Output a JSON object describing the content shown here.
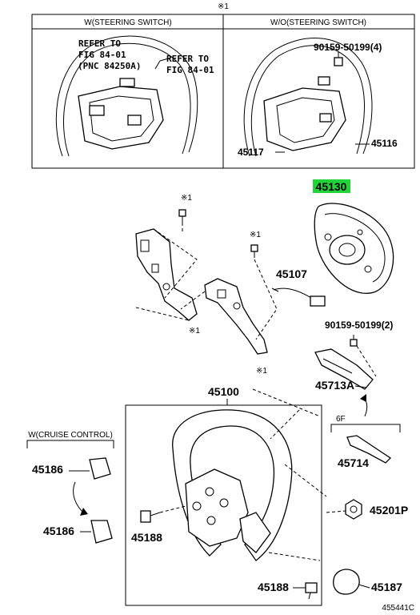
{
  "header": {
    "note_mark": "※1",
    "left_title": "W(STEERING SWITCH)",
    "right_title": "W/O(STEERING SWITCH)"
  },
  "refer_notes": {
    "left_line1": "REFER TO",
    "left_line2": "FIG 84-01",
    "left_line3": "(PNC 84250A)",
    "right_line1": "REFER TO",
    "right_line2": "FIG 84-01"
  },
  "top_right_labels": {
    "bolt": "90159-50199(4)",
    "p45117": "45117",
    "p45116": "45116"
  },
  "parts": {
    "p45130": "45130",
    "p45107": "45107",
    "bolt2": "90159-50199(2)",
    "p45713A": "45713A",
    "p45100": "45100",
    "p45714": "45714",
    "p45201P": "45201P",
    "p45188a": "45188",
    "p45188b": "45188",
    "p45187": "45187",
    "p45186a": "45186",
    "p45186b": "45186",
    "sixf": "6F",
    "cruise": "W(CRUISE CONTROL)"
  },
  "marks": {
    "m1": "※1",
    "m2": "※1",
    "m3": "※1",
    "m4": "※1"
  },
  "highlight_color": "#22d33a",
  "diagram_code": "455441C"
}
